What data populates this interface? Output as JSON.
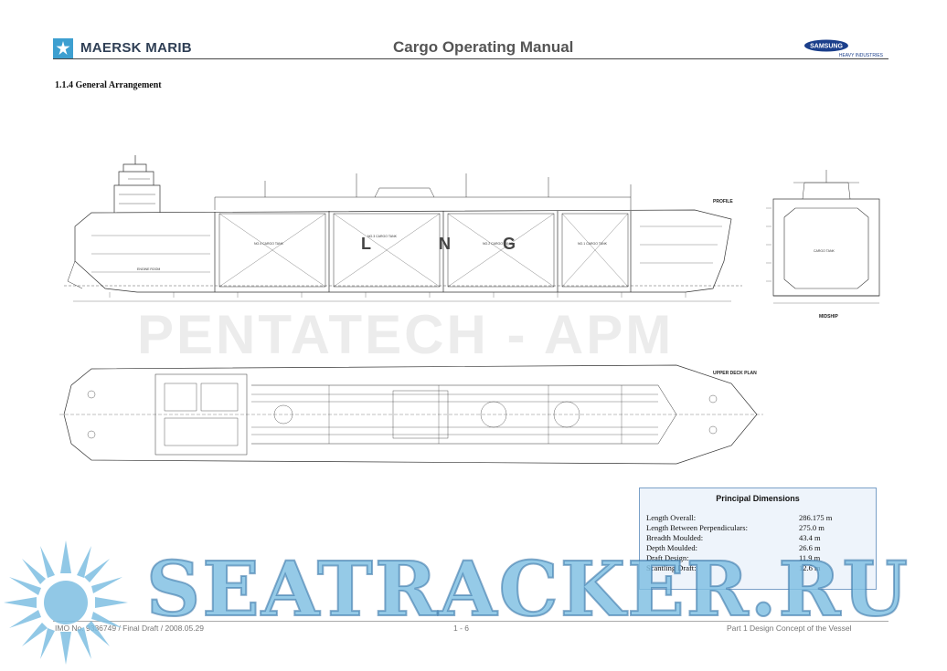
{
  "header": {
    "brand": "MAERSK MARIB",
    "title": "Cargo Operating Manual",
    "samsung_logo": "SAMSUNG",
    "samsung_sub": "HEAVY INDUSTRIES"
  },
  "section": {
    "heading": "1.1.4 General Arrangement"
  },
  "drawings": {
    "profile_label": "PROFILE",
    "midship_label": "MIDSHIP",
    "upper_deck_label": "UPPER DECK PLAN",
    "letters": [
      "L",
      "N",
      "G"
    ],
    "tanks": [
      "NO.4 CARGO TANK",
      "NO.3 CARGO TANK",
      "NO.2 CARGO TANK",
      "NO.1 CARGO TANK"
    ],
    "engine_room": "ENGINE ROOM",
    "cargo_tank": "CARGO TANK"
  },
  "watermarks": {
    "pentatech": "PENTATECH - APM",
    "seatracker": "SEATRACKER.RU"
  },
  "principal_dimensions": {
    "title": "Principal Dimensions",
    "rows": [
      {
        "name": "Length Overall:",
        "value": "286.175 m"
      },
      {
        "name": "Length Between Perpendiculars:",
        "value": "275.0 m"
      },
      {
        "name": "Breadth Moulded:",
        "value": "43.4 m"
      },
      {
        "name": "Depth Moulded:",
        "value": "26.6 m"
      },
      {
        "name": "Draft Design:",
        "value": "11.9 m"
      },
      {
        "name": "Scantling Draft:",
        "value": "12.6 m"
      }
    ]
  },
  "footer": {
    "left": "IMO No. 9336749 / Final Draft / 2008.05.29",
    "page": "1 - 6",
    "right": "Part 1 Design Concept of the Vessel"
  },
  "colors": {
    "maersk_blue": "#3d9fd0",
    "samsung_blue": "#1b3f8b",
    "watermark_blue": "#7ebee2"
  }
}
